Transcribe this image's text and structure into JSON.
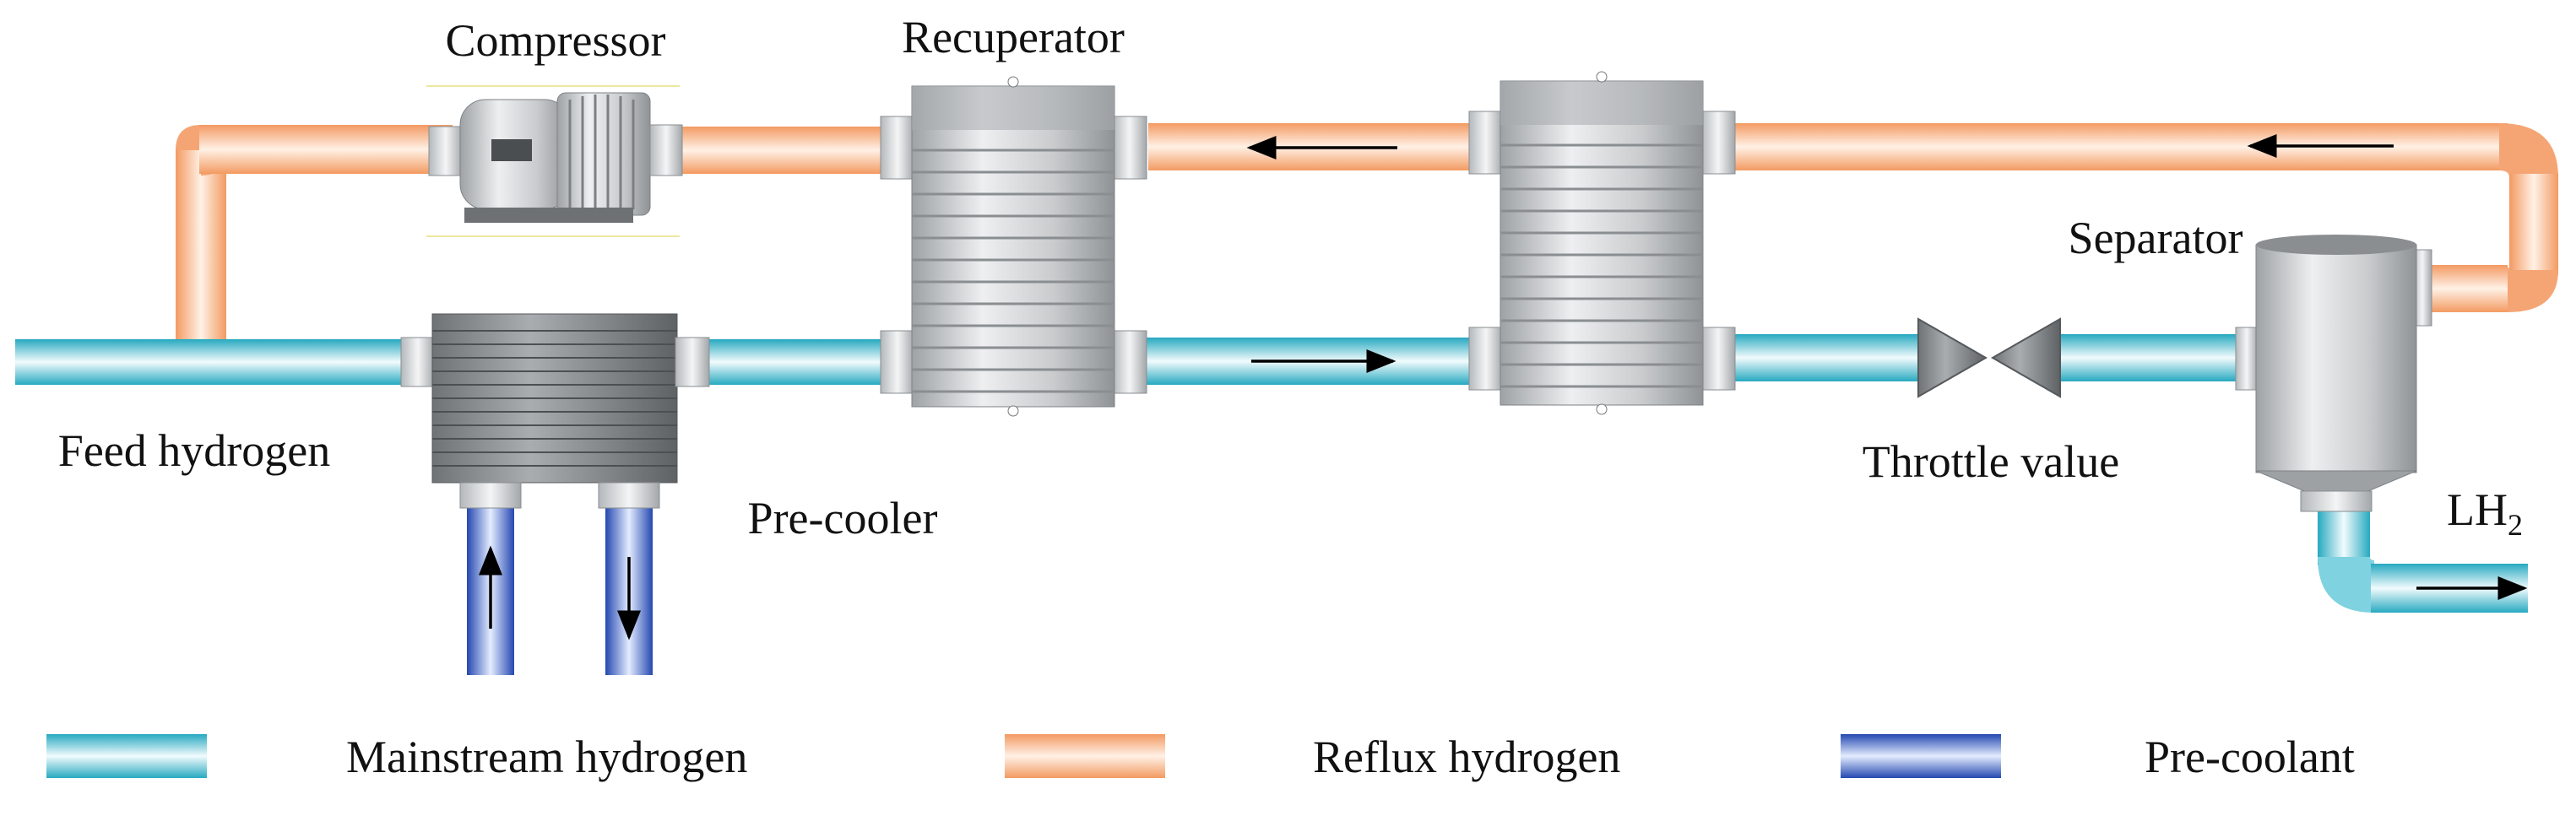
{
  "labels": {
    "compressor": "Compressor",
    "recuperator": "Recuperator",
    "separator": "Separator",
    "feed": "Feed hydrogen",
    "precooler": "Pre-cooler",
    "throttle": "Throttle value",
    "product_main": "LH",
    "product_sub": "2"
  },
  "legend": [
    {
      "label": "Mainstream hydrogen",
      "color": "#2bb3c8"
    },
    {
      "label": "Reflux hydrogen",
      "color": "#f39a62"
    },
    {
      "label": "Pre-coolant",
      "color": "#2a4fb8"
    }
  ],
  "colors": {
    "mainstream": "#2bb3c8",
    "reflux": "#f39a62",
    "precoolant": "#2a4fb8",
    "equipment": "#b9bcbe",
    "arrow": "#000000"
  }
}
